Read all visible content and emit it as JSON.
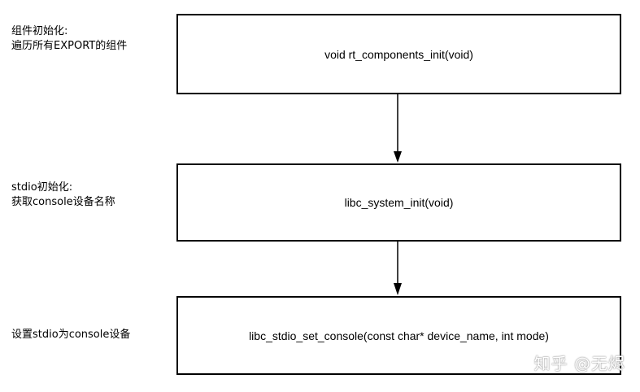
{
  "notes": {
    "step1": {
      "line1": "组件初始化:",
      "line2": "遍历所有EXPORT的组件"
    },
    "step2": {
      "line1": "stdio初始化:",
      "line2": "获取console设备名称"
    },
    "step3": {
      "line1": "设置stdio为console设备"
    }
  },
  "boxes": {
    "step1": "void rt_components_init(void)",
    "step2": "libc_system_init(void)",
    "step3": "libc_stdio_set_console(const char* device_name, int mode)"
  },
  "watermark": "知乎 @无烬"
}
